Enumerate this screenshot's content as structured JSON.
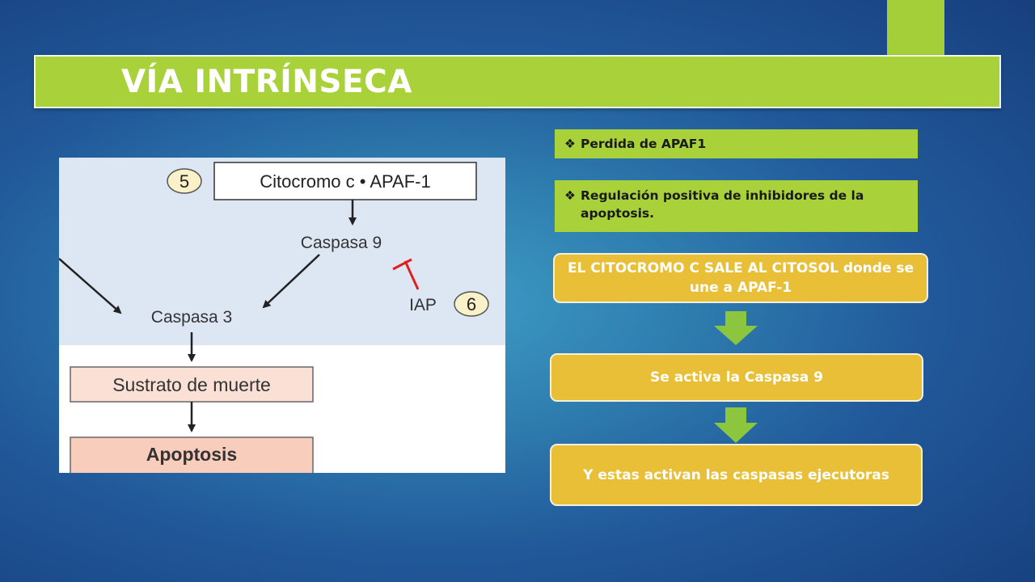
{
  "slide": {
    "title": "VÍA INTRÍNSECA"
  },
  "diagram": {
    "step5_number": "5",
    "step6_number": "6",
    "citocromo_label": "Citocromo c • APAF-1",
    "caspasa9_label": "Caspasa 9",
    "caspasa3_label": "Caspasa 3",
    "iap_label": "IAP",
    "sustrato_label": "Sustrato de muerte",
    "apoptosis_label": "Apoptosis"
  },
  "bullets": [
    {
      "icon": "diamond-bullet-icon",
      "text": "Perdida de APAF1"
    },
    {
      "icon": "diamond-bullet-icon",
      "text": "Regulación positiva de inhibidores de la apoptosis."
    }
  ],
  "flow": {
    "step1": "EL CITOCROMO C SALE AL CITOSOL donde se une a APAF-1",
    "step2": "Se activa la Caspasa 9",
    "step3": "Y estas activan las caspasas ejecutoras"
  },
  "colors": {
    "accent_green": "#a9d13a",
    "step_gold": "#e8bf37",
    "arrow_green": "#8cc63f",
    "inhibitor_red": "#e02020"
  }
}
